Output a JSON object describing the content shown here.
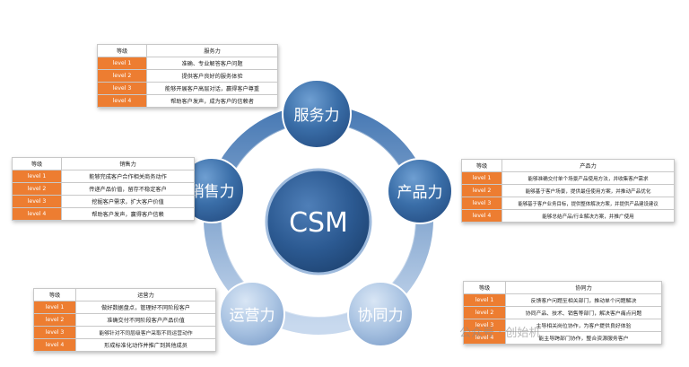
{
  "center": {
    "label": "CSM"
  },
  "nodes": [
    {
      "key": "service",
      "label": "服务力"
    },
    {
      "key": "product",
      "label": "产品力"
    },
    {
      "key": "collab",
      "label": "协同力"
    },
    {
      "key": "ops",
      "label": "运营力"
    },
    {
      "key": "sales",
      "label": "销售力"
    }
  ],
  "tables": {
    "service": {
      "header": [
        "等级",
        "服务力"
      ],
      "rows": [
        [
          "level 1",
          "准确、专业解答客户问题"
        ],
        [
          "level 2",
          "提供客户良好的服务体验"
        ],
        [
          "level 3",
          "能够开展客户高层对话，赢得客户尊重"
        ],
        [
          "level 4",
          "帮助客户发声，成为客户的信赖者"
        ]
      ]
    },
    "sales": {
      "header": [
        "等级",
        "销售力"
      ],
      "rows": [
        [
          "level 1",
          "能够完成客户合作相关商务动作"
        ],
        [
          "level 2",
          "传递产品价值，留存不稳定客户"
        ],
        [
          "level 3",
          "挖掘客户需求，扩大客户价值"
        ],
        [
          "level 4",
          "帮助客户发声，赢得客户信赖"
        ]
      ]
    },
    "product": {
      "header": [
        "等级",
        "产品力"
      ],
      "rows": [
        [
          "level 1",
          "能够准确交付单个场景产品使用方法，并收集客户需求"
        ],
        [
          "level 2",
          "能够基于客户场景，提供最佳使用方案，并推动产品优化"
        ],
        [
          "level 3",
          "能够基于客户业务目标，提供整体解决方案，并提供产品建设建议"
        ],
        [
          "level 4",
          "能够总结产品/行业解决方案，并推广使用"
        ]
      ]
    },
    "ops": {
      "header": [
        "等级",
        "运营力"
      ],
      "rows": [
        [
          "level 1",
          "做好数据盘点，管理好不同阶段客户"
        ],
        [
          "level 2",
          "准确交付不同阶段客户产品价值"
        ],
        [
          "level 3",
          "能够针对不同层级客户采取不同运营动作"
        ],
        [
          "level 4",
          "形成标准化动作并推广到其他成员"
        ]
      ]
    },
    "collab": {
      "header": [
        "等级",
        "协同力"
      ],
      "rows": [
        [
          "level 1",
          "反馈客户问题至相关部门，推动单个问题解决"
        ],
        [
          "level 2",
          "协同产品、技术、销售等部门，解决客户痛点问题"
        ],
        [
          "level 3",
          "主导相关岗位协作，为客户提供良好体验"
        ],
        [
          "level 4",
          "能主导跨部门协作，整合资源服务客户"
        ]
      ]
    }
  },
  "watermark": "公众号 · 创始机"
}
